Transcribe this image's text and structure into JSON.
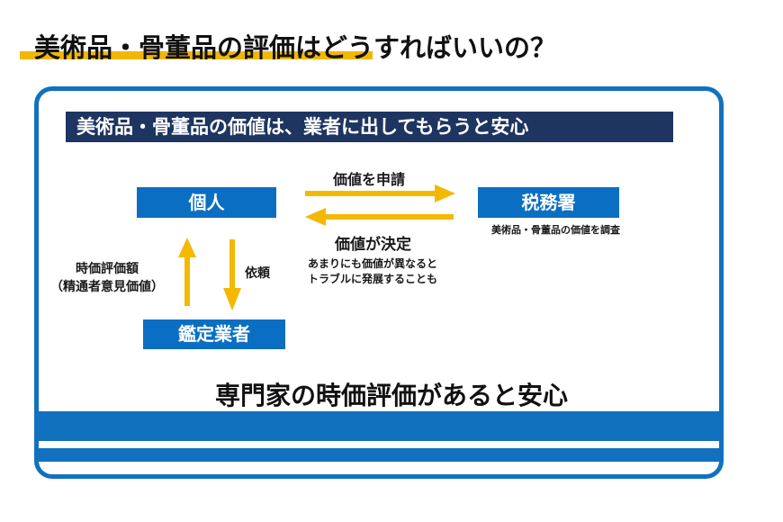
{
  "title": "美術品・骨董品の評価はどうすればいいの？",
  "banner": "美術品・骨董品の価値は、業者に出してもらうと安心",
  "nodes": {
    "individual": "個人",
    "tax_office": "税務署",
    "appraiser": "鑑定業者"
  },
  "tax_office_note": "美術品・骨董品の価値を調査",
  "arrows": {
    "apply_label": "価値を申請",
    "decide_label": "価値が決定",
    "warning_line1": "あまりにも価値が異なると",
    "warning_line2": "トラブルに発展することも",
    "appraisal_line1": "時価評価額",
    "appraisal_line2": "（精通者意見価値）",
    "request_label": "依頼"
  },
  "conclusion": "専門家の時価評価があると安心",
  "colors": {
    "frame_blue": "#1271bf",
    "box_blue": "#0a6fc2",
    "banner_navy": "#1e3561",
    "arrow_yellow": "#f5b800",
    "title_underline": "#f2b705"
  }
}
